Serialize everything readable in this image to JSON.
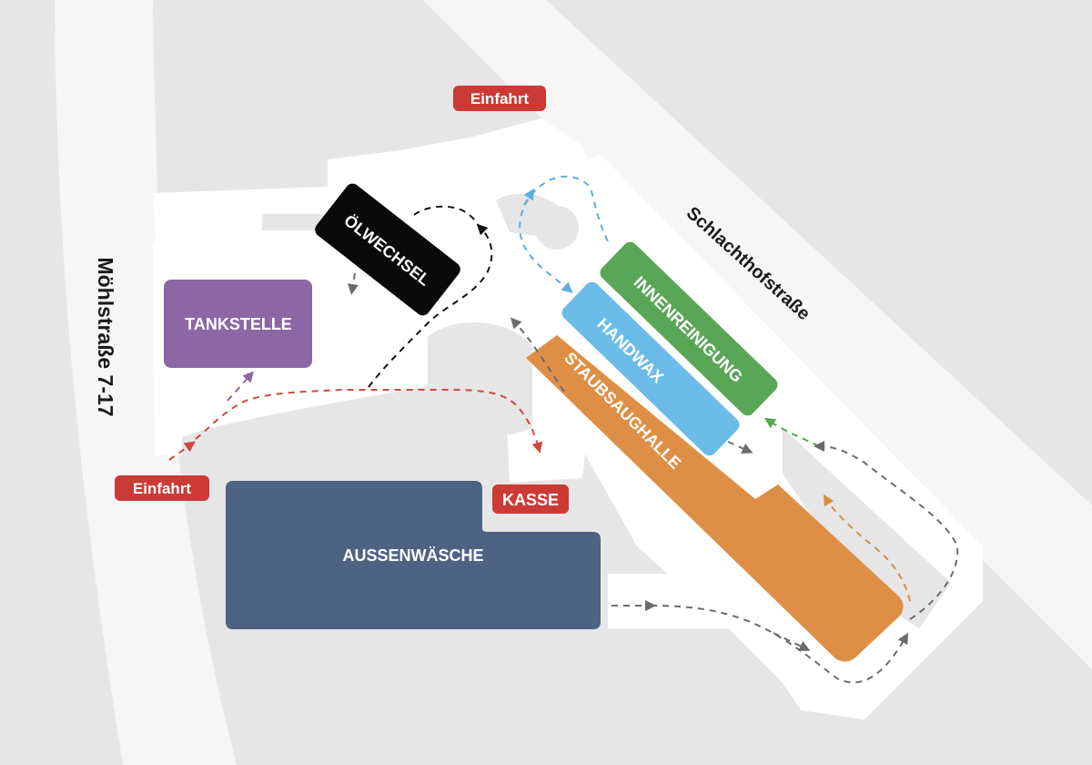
{
  "streets": {
    "west": "Möhlstraße 7-17",
    "east": "Schlachthofstraße"
  },
  "entrances": {
    "north": "Einfahrt",
    "west": "Einfahrt"
  },
  "cashier": "KASSE",
  "areas": {
    "fuel_station": "TANKSTELLE",
    "oil_change": "ÖLWECHSEL",
    "interior_cleaning": "INNENREINIGUNG",
    "hand_wax": "HANDWAX",
    "vacuum_hall": "STAUBSAUGHALLE",
    "exterior_wash": "AUSSENWÄSCHE"
  },
  "colors": {
    "background": "#e6e6e6",
    "road": "#f6f6f6",
    "lot": "#ffffff",
    "entrance_badge": "#cc3a35",
    "fuel_station": "#8b67a4",
    "oil_change": "#0a0a0a",
    "interior_cleaning": "#5aa657",
    "hand_wax": "#6bbce8",
    "vacuum_hall": "#df8f45",
    "exterior_wash": "#4e6384",
    "route_gray": "#6b6b6b",
    "route_red": "#cc4a40",
    "route_blue": "#5eaee0",
    "route_green": "#5aa657",
    "route_orange": "#d98e3c",
    "route_purple": "#8b67a4",
    "route_black": "#111111"
  }
}
